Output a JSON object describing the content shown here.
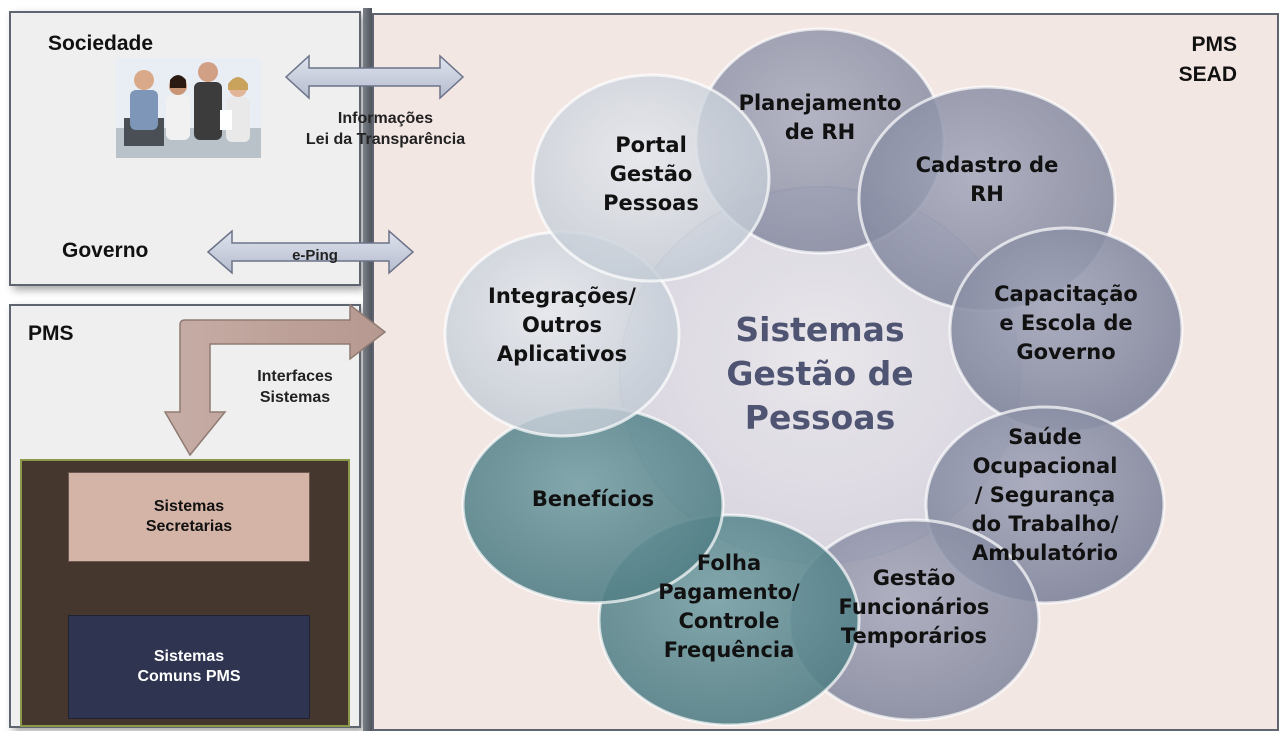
{
  "left_panel": {
    "sociedade_title": "Sociedade",
    "governo_title": "Governo",
    "pms_title": "PMS",
    "arrow_info_line1": "Informações",
    "arrow_info_line2": "Lei da Transparência",
    "arrow_eping": "e-Ping",
    "arrow_interfaces_line1": "Interfaces",
    "arrow_interfaces_line2": "Sistemas",
    "box_secretarias_line1": "Sistemas",
    "box_secretarias_line2": "Secretarias",
    "box_comuns_line1": "Sistemas",
    "box_comuns_line2": "Comuns PMS"
  },
  "right_panel": {
    "title_line1": "PMS",
    "title_line2": "SEAD"
  },
  "center": {
    "line1": "Sistemas",
    "line2": "Gestão de",
    "line3": "Pessoas"
  },
  "modules": [
    {
      "lines": [
        "Planejamento",
        "de RH"
      ]
    },
    {
      "lines": [
        "Cadastro de",
        "RH"
      ]
    },
    {
      "lines": [
        "Capacitação",
        "e Escola de",
        "Governo"
      ]
    },
    {
      "lines": [
        "Saúde",
        "Ocupacional",
        "/ Segurança",
        "do Trabalho/",
        "Ambulatório"
      ]
    },
    {
      "lines": [
        "Gestão",
        "Funcionários",
        "Temporários"
      ]
    },
    {
      "lines": [
        "Folha",
        "Pagamento/",
        "Controle",
        "Frequência"
      ]
    },
    {
      "lines": [
        "Benefícios"
      ]
    },
    {
      "lines": [
        "Integrações/",
        "Outros",
        "Aplicativos"
      ]
    },
    {
      "lines": [
        "Portal",
        "Gestão",
        "Pessoas"
      ]
    }
  ],
  "colors": {
    "pms_blue": "#8e93a8",
    "teal": "#5f8d93",
    "light_blue": "#cfd6de",
    "box_brown": "#45362e",
    "box_pink": "#d5b4a8",
    "box_navy": "#2f3551"
  }
}
